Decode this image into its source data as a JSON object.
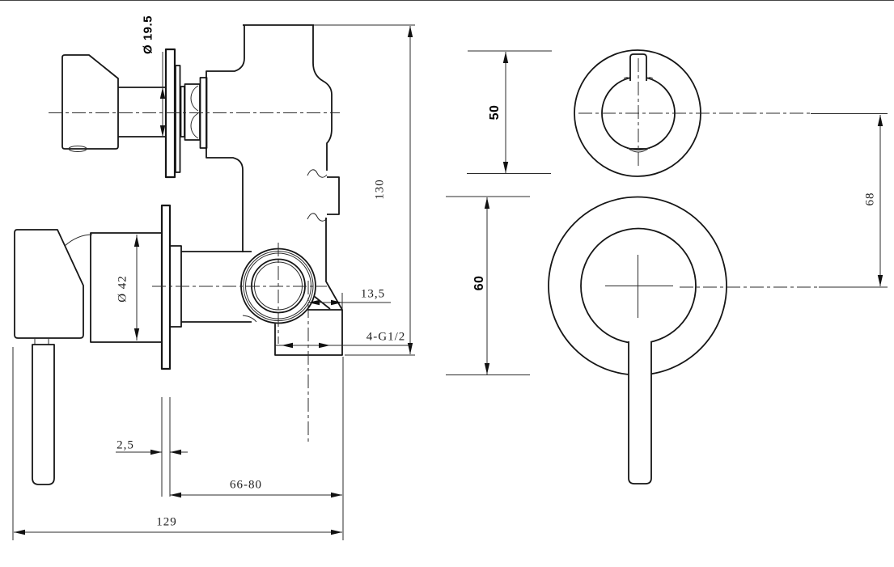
{
  "drawing": {
    "type": "technical-drawing",
    "subject": "concealed shower mixer valve, side section and front views",
    "colors": {
      "line": "#161616",
      "background": "#ffffff"
    }
  },
  "dimensions": {
    "stem_diameter": "Ø 19.5",
    "body_height": "130",
    "sleeve_diameter": "Ø 42",
    "outlet_offset": "13,5",
    "thread_spec": "4-G1/2",
    "plate_thickness": "2,5",
    "wall_depth_range": "66-80",
    "total_length": "129",
    "knob_plate_diameter": "50",
    "mixer_plate_diameter": "60",
    "center_distance": "68"
  }
}
